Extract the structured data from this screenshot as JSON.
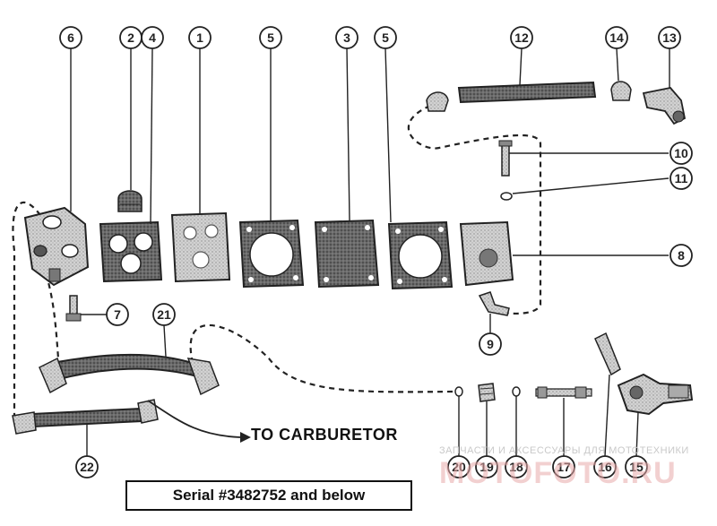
{
  "diagram": {
    "callouts": [
      {
        "id": "c6",
        "label": "6"
      },
      {
        "id": "c2",
        "label": "2"
      },
      {
        "id": "c4",
        "label": "4"
      },
      {
        "id": "c1",
        "label": "1"
      },
      {
        "id": "c5a",
        "label": "5"
      },
      {
        "id": "c3",
        "label": "3"
      },
      {
        "id": "c5b",
        "label": "5"
      },
      {
        "id": "c12",
        "label": "12"
      },
      {
        "id": "c14",
        "label": "14"
      },
      {
        "id": "c13",
        "label": "13"
      },
      {
        "id": "c10",
        "label": "10"
      },
      {
        "id": "c11",
        "label": "11"
      },
      {
        "id": "c8",
        "label": "8"
      },
      {
        "id": "c7",
        "label": "7"
      },
      {
        "id": "c21",
        "label": "21"
      },
      {
        "id": "c9",
        "label": "9"
      },
      {
        "id": "c22",
        "label": "22"
      },
      {
        "id": "c20",
        "label": "20"
      },
      {
        "id": "c19",
        "label": "19"
      },
      {
        "id": "c18",
        "label": "18"
      },
      {
        "id": "c17",
        "label": "17"
      },
      {
        "id": "c16",
        "label": "16"
      },
      {
        "id": "c15",
        "label": "15"
      }
    ],
    "to_carburetor_label": "TO CARBURETOR",
    "serial_note": "Serial #3482752 and below",
    "watermark_text": "ЗАПЧАСТИ И АКСЕССУАРЫ ДЛЯ МОТОТЕХНИКИ",
    "watermark_brand": "MOTOFOTO.RU"
  },
  "colors": {
    "line": "#222222",
    "part_fill": "#cfcfcf",
    "part_dark": "#6e6e6e",
    "watermark": "#e9aaaa"
  }
}
